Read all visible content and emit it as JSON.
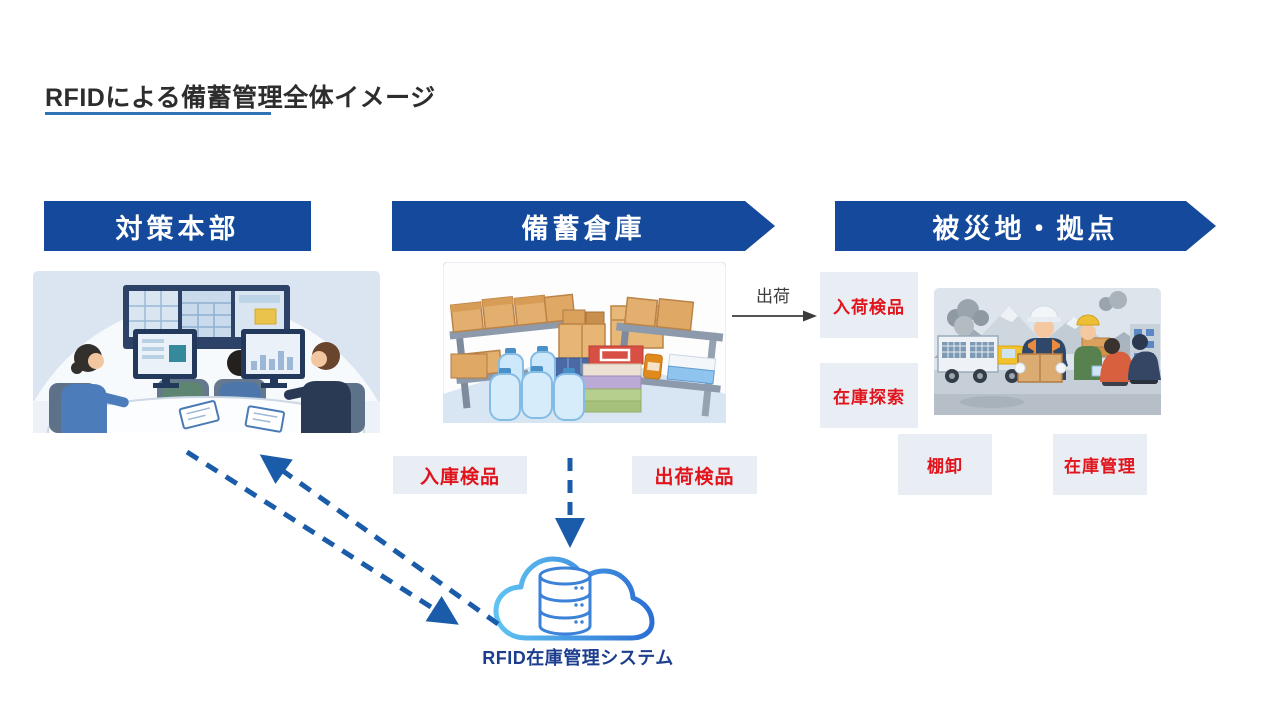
{
  "title": {
    "text": "RFIDによる備蓄管理全体イメージ"
  },
  "banners": {
    "hq": "対策本部",
    "warehouse": "備蓄倉庫",
    "site": "被災地・拠点"
  },
  "flow": {
    "shipping": "出荷"
  },
  "warehouse_tasks": {
    "inbound": "入庫検品",
    "outbound": "出荷検品"
  },
  "site_tasks": {
    "arrival": "入荷検品",
    "search": "在庫探索",
    "stocktake": "棚卸",
    "inventory": "在庫管理"
  },
  "cloud": {
    "label": "RFID在庫管理システム"
  },
  "colors": {
    "banner_blue": "#14499b",
    "label_red": "#e1141c",
    "task_box_bg": "#e9edf4",
    "dashed_arrow_blue": "#1a5caa",
    "shipping_arrow_dark": "#3c3c3c",
    "title_underline_blue": "#2e74b5",
    "cloud_stroke_start": "#5fc3f2",
    "cloud_stroke_end": "#2b6fd4",
    "cloud_label_blue": "#1d3e8f"
  },
  "icons": {
    "cloud": "cloud-icon",
    "database": "database-icon"
  },
  "illustrations": {
    "hq": "control-room-operators-monitors",
    "warehouse": "stockpile-shelves-boxes-water-bottles",
    "site": "disaster-site-relief-workers-truck"
  }
}
